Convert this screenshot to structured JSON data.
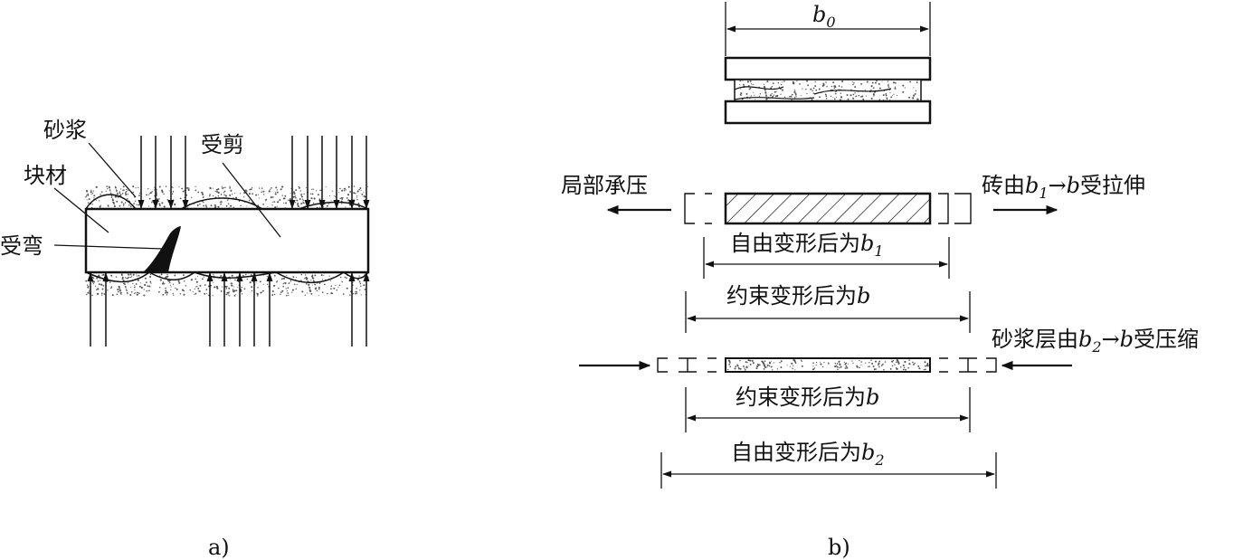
{
  "panel_a": {
    "caption": "a)",
    "labels": {
      "mortar": "砂浆",
      "block": "块材",
      "bending": "受弯",
      "shear": "受剪"
    }
  },
  "panel_b": {
    "caption": "b)",
    "top_dim": {
      "base": "b",
      "sub": "0"
    },
    "local_bearing": "局部承压",
    "brick_tension": {
      "pre": "砖由",
      "b1": "b",
      "b1_sub": "1",
      "arrow": "→",
      "b": "b",
      "post": "受拉伸"
    },
    "free_deform_b1": {
      "text": "自由变形后为",
      "base": "b",
      "sub": "1"
    },
    "constrained_b_upper": {
      "text": "约束变形后为",
      "base": "b"
    },
    "mortar_compression": {
      "pre": "砂浆层由",
      "b2": "b",
      "b2_sub": "2",
      "arrow": "→",
      "b": "b",
      "post": "受压缩"
    },
    "constrained_b_lower": {
      "text": "约束变形后为",
      "base": "b"
    },
    "free_deform_b2": {
      "text": "自由变形后为",
      "base": "b",
      "sub": "2"
    }
  },
  "colors": {
    "ink": "#111111",
    "mortar_dot": "#555555",
    "background": "#ffffff"
  }
}
